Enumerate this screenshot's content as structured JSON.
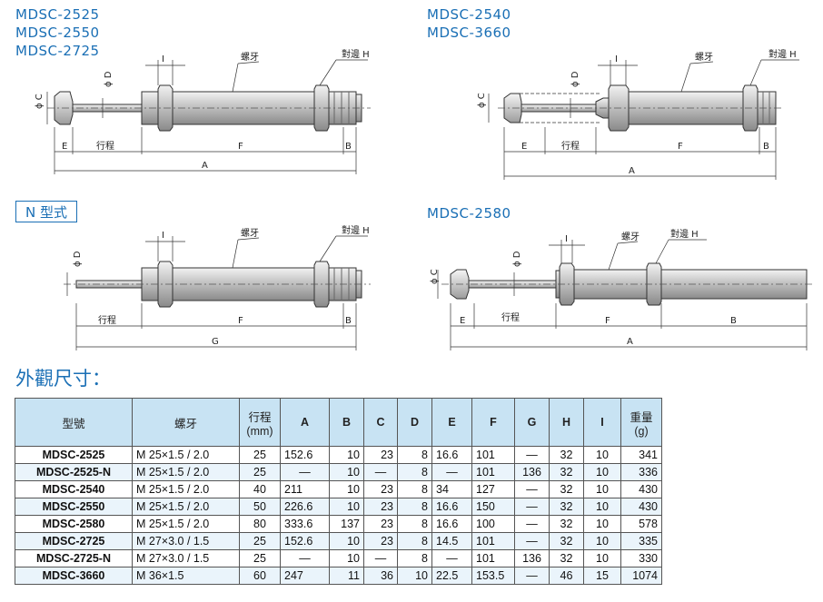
{
  "titles": {
    "group1": [
      "MDSC-2525",
      "MDSC-2550",
      "MDSC-2725"
    ],
    "group2": [
      "MDSC-2540",
      "MDSC-3660"
    ],
    "ntype": "N 型式",
    "group4": "MDSC-2580",
    "section": "外觀尺寸："
  },
  "labels": {
    "thread": "螺牙",
    "hex": "對邊 H",
    "stroke": "行程",
    "I": "I",
    "phiD": "ϕ D",
    "phiC": "ϕ C",
    "A": "A",
    "B": "B",
    "E": "E",
    "F": "F",
    "G": "G"
  },
  "table": {
    "headers": [
      "型號",
      "螺牙",
      "行程\n(mm)",
      "A",
      "B",
      "C",
      "D",
      "E",
      "F",
      "G",
      "H",
      "I",
      "重量\n(g)"
    ],
    "rows": [
      [
        "MDSC-2525",
        "M 25×1.5 / 2.0",
        "25",
        "152.6",
        "10",
        "23",
        "8",
        "16.6",
        "101",
        "—",
        "32",
        "10",
        "341"
      ],
      [
        "MDSC-2525-N",
        "M 25×1.5 / 2.0",
        "25",
        "—",
        "10",
        "—",
        "8",
        "—",
        "101",
        "136",
        "32",
        "10",
        "336"
      ],
      [
        "MDSC-2540",
        "M 25×1.5 / 2.0",
        "40",
        "211",
        "10",
        "23",
        "8",
        "34",
        "127",
        "—",
        "32",
        "10",
        "430"
      ],
      [
        "MDSC-2550",
        "M 25×1.5 / 2.0",
        "50",
        "226.6",
        "10",
        "23",
        "8",
        "16.6",
        "150",
        "—",
        "32",
        "10",
        "430"
      ],
      [
        "MDSC-2580",
        "M 25×1.5 / 2.0",
        "80",
        "333.6",
        "137",
        "23",
        "8",
        "16.6",
        "100",
        "—",
        "32",
        "10",
        "578"
      ],
      [
        "MDSC-2725",
        "M 27×3.0 / 1.5",
        "25",
        "152.6",
        "10",
        "23",
        "8",
        "14.5",
        "101",
        "—",
        "32",
        "10",
        "335"
      ],
      [
        "MDSC-2725-N",
        "M 27×3.0 / 1.5",
        "25",
        "—",
        "10",
        "—",
        "8",
        "—",
        "101",
        "136",
        "32",
        "10",
        "330"
      ],
      [
        "MDSC-3660",
        "M 36×1.5",
        "60",
        "247",
        "11",
        "36",
        "10",
        "22.5",
        "153.5",
        "—",
        "46",
        "15",
        "1074"
      ]
    ]
  }
}
